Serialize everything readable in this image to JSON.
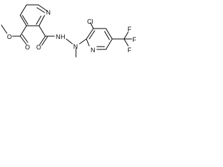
{
  "molecule": {
    "atom_labels": {
      "n_pyridine_top": "N",
      "o_ester_carbonyl": "O",
      "o_ester_ether": "O",
      "o_amide": "O",
      "nh": "N",
      "h_on_nh": "H",
      "n_methyl": "N",
      "cl": "Cl",
      "n_pyridine_bottom": "N",
      "f_top": "F",
      "f_right": "F",
      "f_bottom": "F"
    }
  }
}
